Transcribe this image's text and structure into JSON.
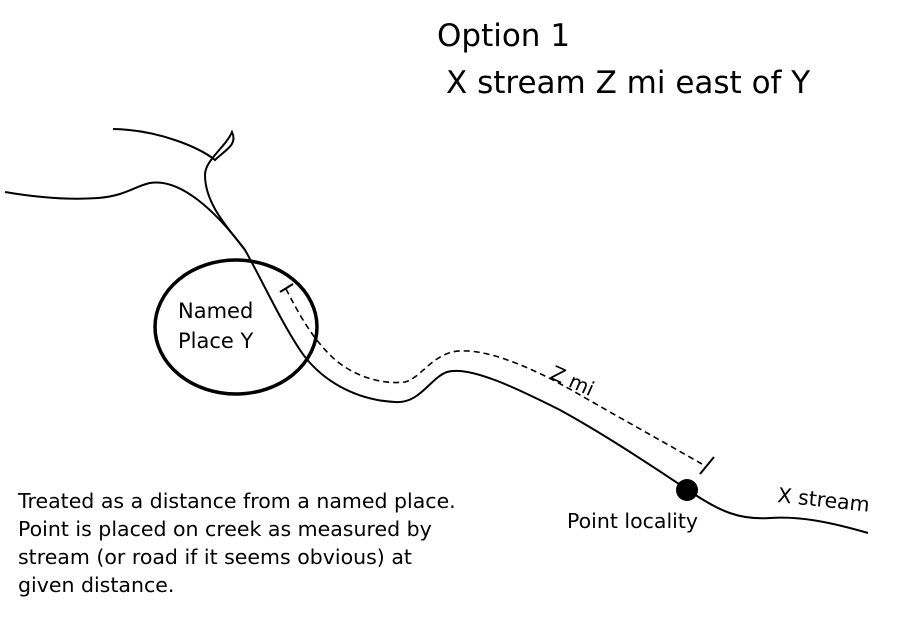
{
  "title": {
    "line1": "Option 1",
    "line2": "X stream Z mi east of Y"
  },
  "labels": {
    "named_place_line1": "Named",
    "named_place_line2": "Place Y",
    "distance": "Z mi",
    "point_locality": "Point locality",
    "stream": "X stream"
  },
  "caption": {
    "lines": [
      "Treated as a distance from a named place.",
      "Point is placed on creek as measured by",
      "stream (or road if it seems obvious) at",
      "given distance."
    ]
  },
  "colors": {
    "line": "#000000",
    "background": "#ffffff"
  }
}
